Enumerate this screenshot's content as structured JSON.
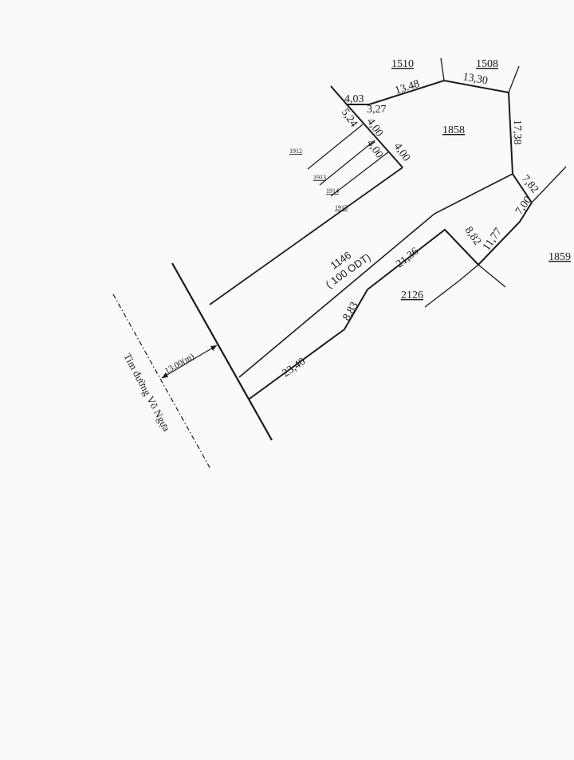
{
  "parcels": {
    "main_id": "1146",
    "main_use": "( 100 ODT)",
    "neighbors": {
      "p1510": "1510",
      "p1508": "1508",
      "p1858": "1858",
      "p1859": "1859",
      "p2126": "2126",
      "p1912": "1912",
      "p1913": "1913",
      "p1914": "1914",
      "p1915": "1915"
    }
  },
  "dimensions": {
    "d403": "4,03",
    "d1348": "13.48",
    "d1330": "13,30",
    "d1738": "17,38",
    "d327": "3,27",
    "d524": "5,24",
    "d400a": "4,00",
    "d400b": "4,00",
    "d400c": "4,00",
    "d782": "7,82",
    "d700": "7,00",
    "d1177": "11,77",
    "d882": "8,82",
    "d2136": "21,36",
    "d883": "8,83",
    "d2340": "23,40",
    "setback": "13.00(m)"
  },
  "road": {
    "label": "Tim đường Võ Ngựa"
  }
}
